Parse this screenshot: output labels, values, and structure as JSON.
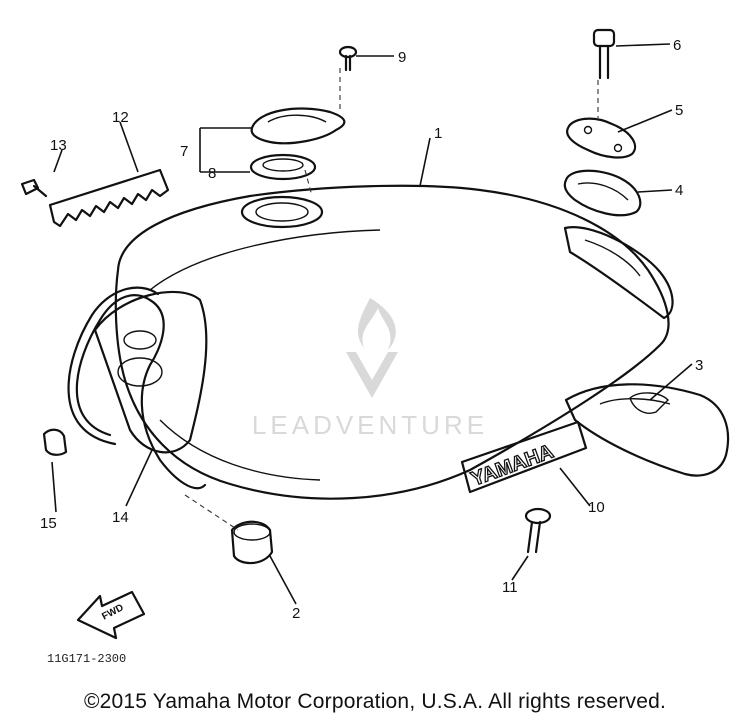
{
  "diagram": {
    "callouts": [
      "1",
      "2",
      "3",
      "4",
      "5",
      "6",
      "7",
      "8",
      "9",
      "10",
      "11",
      "12",
      "13",
      "14",
      "15"
    ],
    "drawing_code": "11G171-2300",
    "fwd_label": "FWD",
    "emblem_text": "YAMAHA",
    "watermark": "LEADVENTURE",
    "copyright": "©2015 Yamaha Motor Corporation, U.S.A. All rights reserved."
  }
}
